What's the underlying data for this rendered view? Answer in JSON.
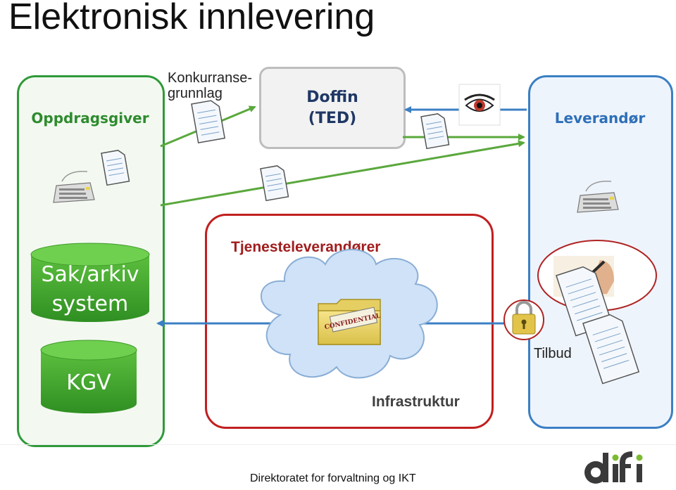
{
  "title": "Elektronisk innlevering",
  "labels": {
    "oppdragsgiver": "Oppdragsgiver",
    "konkurransegrunnlag_line1": "Konkurranse-",
    "konkurransegrunnlag_line2": "grunnlag",
    "doffin_line1": "Doffin",
    "doffin_line2": "(TED)",
    "leverandor": "Leverandør",
    "tjenesteleverandorer": "Tjenesteleverandører",
    "sak_arkiv_line1": "Sak/arkiv",
    "sak_arkiv_line2": "system",
    "kgv": "KGV",
    "infrastruktur": "Infrastruktur",
    "tilbud": "Tilbud",
    "confidential": "CONFIDENTIAL"
  },
  "footer": {
    "org": "Direktoratet for forvaltning og IKT",
    "logo": "difi"
  },
  "icons": [
    "document-icon",
    "keyboard-icon",
    "eye-icon",
    "padlock-icon",
    "pen-signing-icon",
    "confidential-folder-icon",
    "cloud-icon"
  ],
  "colors": {
    "oppdragsgiver": "#2f9a3a",
    "leverandor": "#3b7fc4",
    "tjenesteleverandorer": "#c11f1f",
    "flow_arrow": "#5aa83c",
    "blue_arrow": "#3b7fc4"
  }
}
